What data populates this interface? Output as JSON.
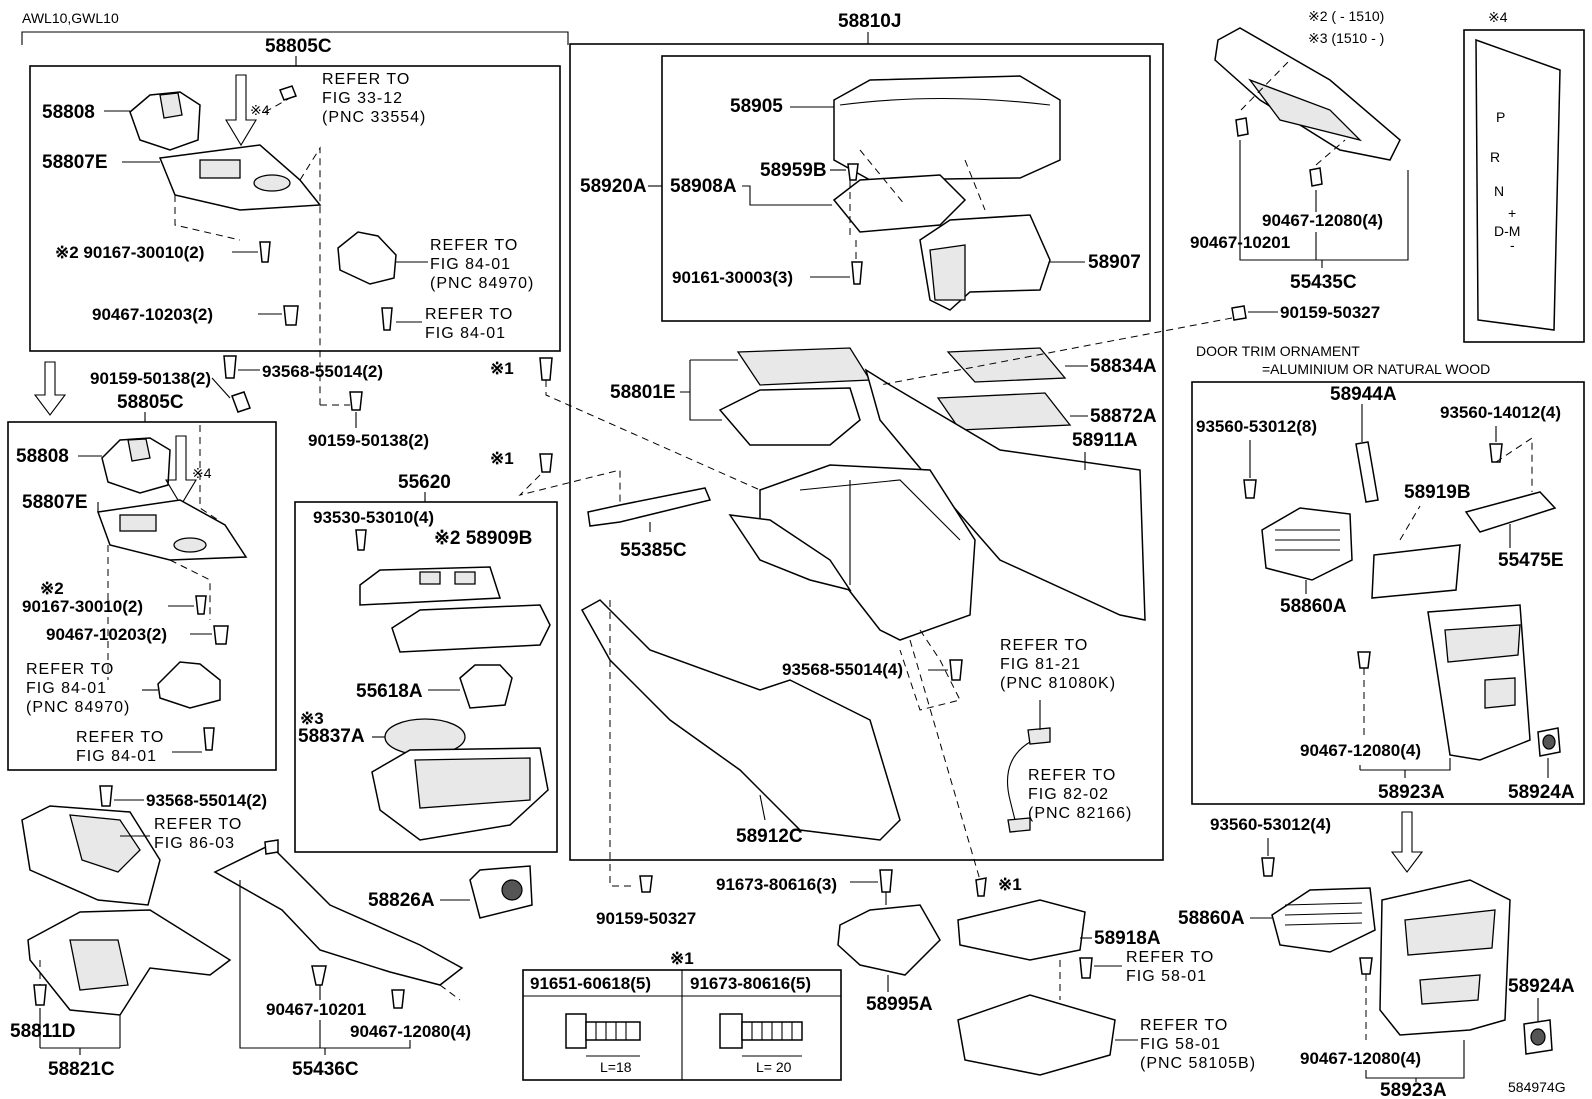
{
  "header": {
    "model": "AWL10,GWL10",
    "code": "584974G",
    "note_ranges": [
      "※2 (       -  1510)",
      "※3 (1510  -      )"
    ],
    "note4": "※4",
    "door_trim_line1": "DOOR TRIM ORNAMENT",
    "door_trim_line2": "=ALUMINIUM OR NATURAL WOOD"
  },
  "assemblies": {
    "a58805C_top": "58805C",
    "a58805C_mid": "58805C",
    "a58810J": "58810J",
    "a55620": "55620",
    "a55435C": "55435C",
    "a58821C": "58821C",
    "a55436C": "55436C"
  },
  "parts": {
    "p58808a": "58808",
    "p58807Ea": "58807E",
    "p58808b": "58808",
    "p58807Eb": "58807E",
    "p58905": "58905",
    "p58920A": "58920A",
    "p58908A": "58908A",
    "p58959B": "58959B",
    "p58907": "58907",
    "p58801E": "58801E",
    "p58834A": "58834A",
    "p58872A": "58872A",
    "p58911A": "58911A",
    "p55385C": "55385C",
    "p58912C": "58912C",
    "p58909B": "※2 58909B",
    "p55618A": "55618A",
    "p58837A": "58837A",
    "p58826A": "58826A",
    "p58811D": "58811D",
    "p58995A": "58995A",
    "p58918A": "58918A",
    "p58944A": "58944A",
    "p58919B": "58919B",
    "p55475E": "55475E",
    "p58860Aa": "58860A",
    "p58923Aa": "58923A",
    "p58924Aa": "58924A",
    "p58860Ab": "58860A",
    "p58923Ab": "58923A",
    "p58924Ab": "58924A"
  },
  "fasteners": {
    "f1": "※2 90167-30010(2)",
    "f2": "90467-10203(2)",
    "f3": "90159-50138(2)",
    "f4": "93568-55014(2)",
    "f5": "90159-50138(2)",
    "f6": "90167-30010(2)",
    "f7": "90467-10203(2)",
    "f8": "93568-55014(2)",
    "f9": "90161-30003(3)",
    "f10": "93530-53010(4)",
    "f11": "93568-55014(4)",
    "f12": "90159-50327",
    "f13": "91673-80616(3)",
    "f14": "90467-10201",
    "f15": "90467-12080(4)",
    "f16": "90467-12080(4)",
    "f17": "90467-10201",
    "f18": "90159-50327",
    "f19": "93560-53012(8)",
    "f20": "93560-14012(4)",
    "f21": "90467-12080(4)",
    "f22": "93560-53012(4)",
    "f23": "90467-12080(4)"
  },
  "refs": {
    "r1": [
      "REFER TO",
      "FIG 33-12",
      "(PNC 33554)"
    ],
    "r2": [
      "REFER TO",
      "FIG 84-01",
      "(PNC 84970)"
    ],
    "r3": [
      "REFER TO",
      "FIG 84-01"
    ],
    "r4": [
      "REFER TO",
      "FIG 84-01",
      "(PNC 84970)"
    ],
    "r5": [
      "REFER TO",
      "FIG 84-01"
    ],
    "r6": [
      "REFER TO",
      "FIG 86-03"
    ],
    "r7": [
      "REFER TO",
      "FIG 81-21",
      "(PNC 81080K)"
    ],
    "r8": [
      "REFER TO",
      "FIG 82-02",
      "(PNC 82166)"
    ],
    "r9": [
      "REFER TO",
      "FIG 58-01"
    ],
    "r10": [
      "REFER TO",
      "FIG 58-01",
      "(PNC 58105B)"
    ]
  },
  "marks": {
    "m4a": "※4",
    "m4b": "※4",
    "m2": "※2",
    "m3": "※3",
    "m1a": "※1",
    "m1b": "※1",
    "m1c": "※1",
    "m1d": "※1"
  },
  "bolt_table": {
    "col1": "91651-60618(5)",
    "col2": "91673-80616(5)",
    "len1": "L=18",
    "len2": "L= 20"
  },
  "shift_plate": [
    "P",
    "R",
    "N",
    "D-M",
    "+",
    "-"
  ]
}
